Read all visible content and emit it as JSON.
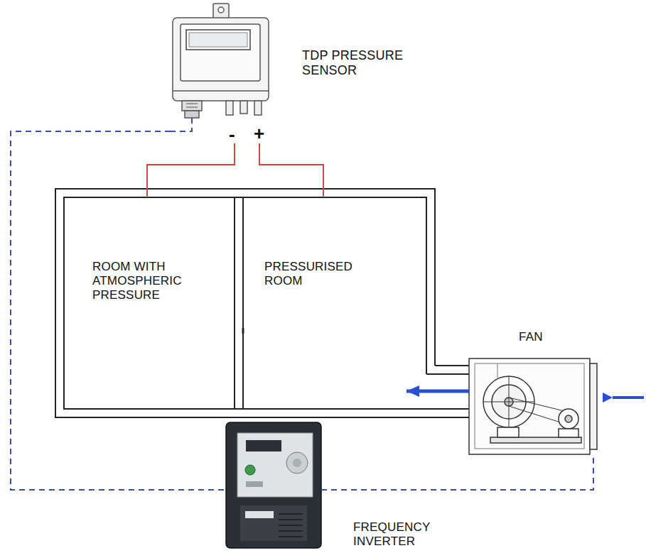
{
  "diagram": {
    "nodes": [
      {
        "text": [
          "TDP PRESSURE SENSOR"
        ]
      },
      {
        "text": [
          "ROOM WITH ATMOSPHERIC PRESSURE"
        ]
      },
      {
        "text": [
          "PRESSURISED ROOM"
        ]
      },
      {
        "text": [
          "FAN"
        ]
      },
      {
        "text": [
          "FREQUENCY INVERTER"
        ]
      }
    ],
    "edges": [
      {
        "from": 0,
        "to": 1,
        "arrow": "none"
      },
      {
        "from": 0,
        "to": 2,
        "arrow": "none"
      },
      {
        "from": 3,
        "to": 2,
        "arrow": "to"
      },
      {
        "from": 0,
        "to": 4,
        "arrow": "none"
      },
      {
        "from": 4,
        "to": 3,
        "arrow": "none"
      }
    ],
    "labels": [
      "-",
      "+"
    ]
  }
}
